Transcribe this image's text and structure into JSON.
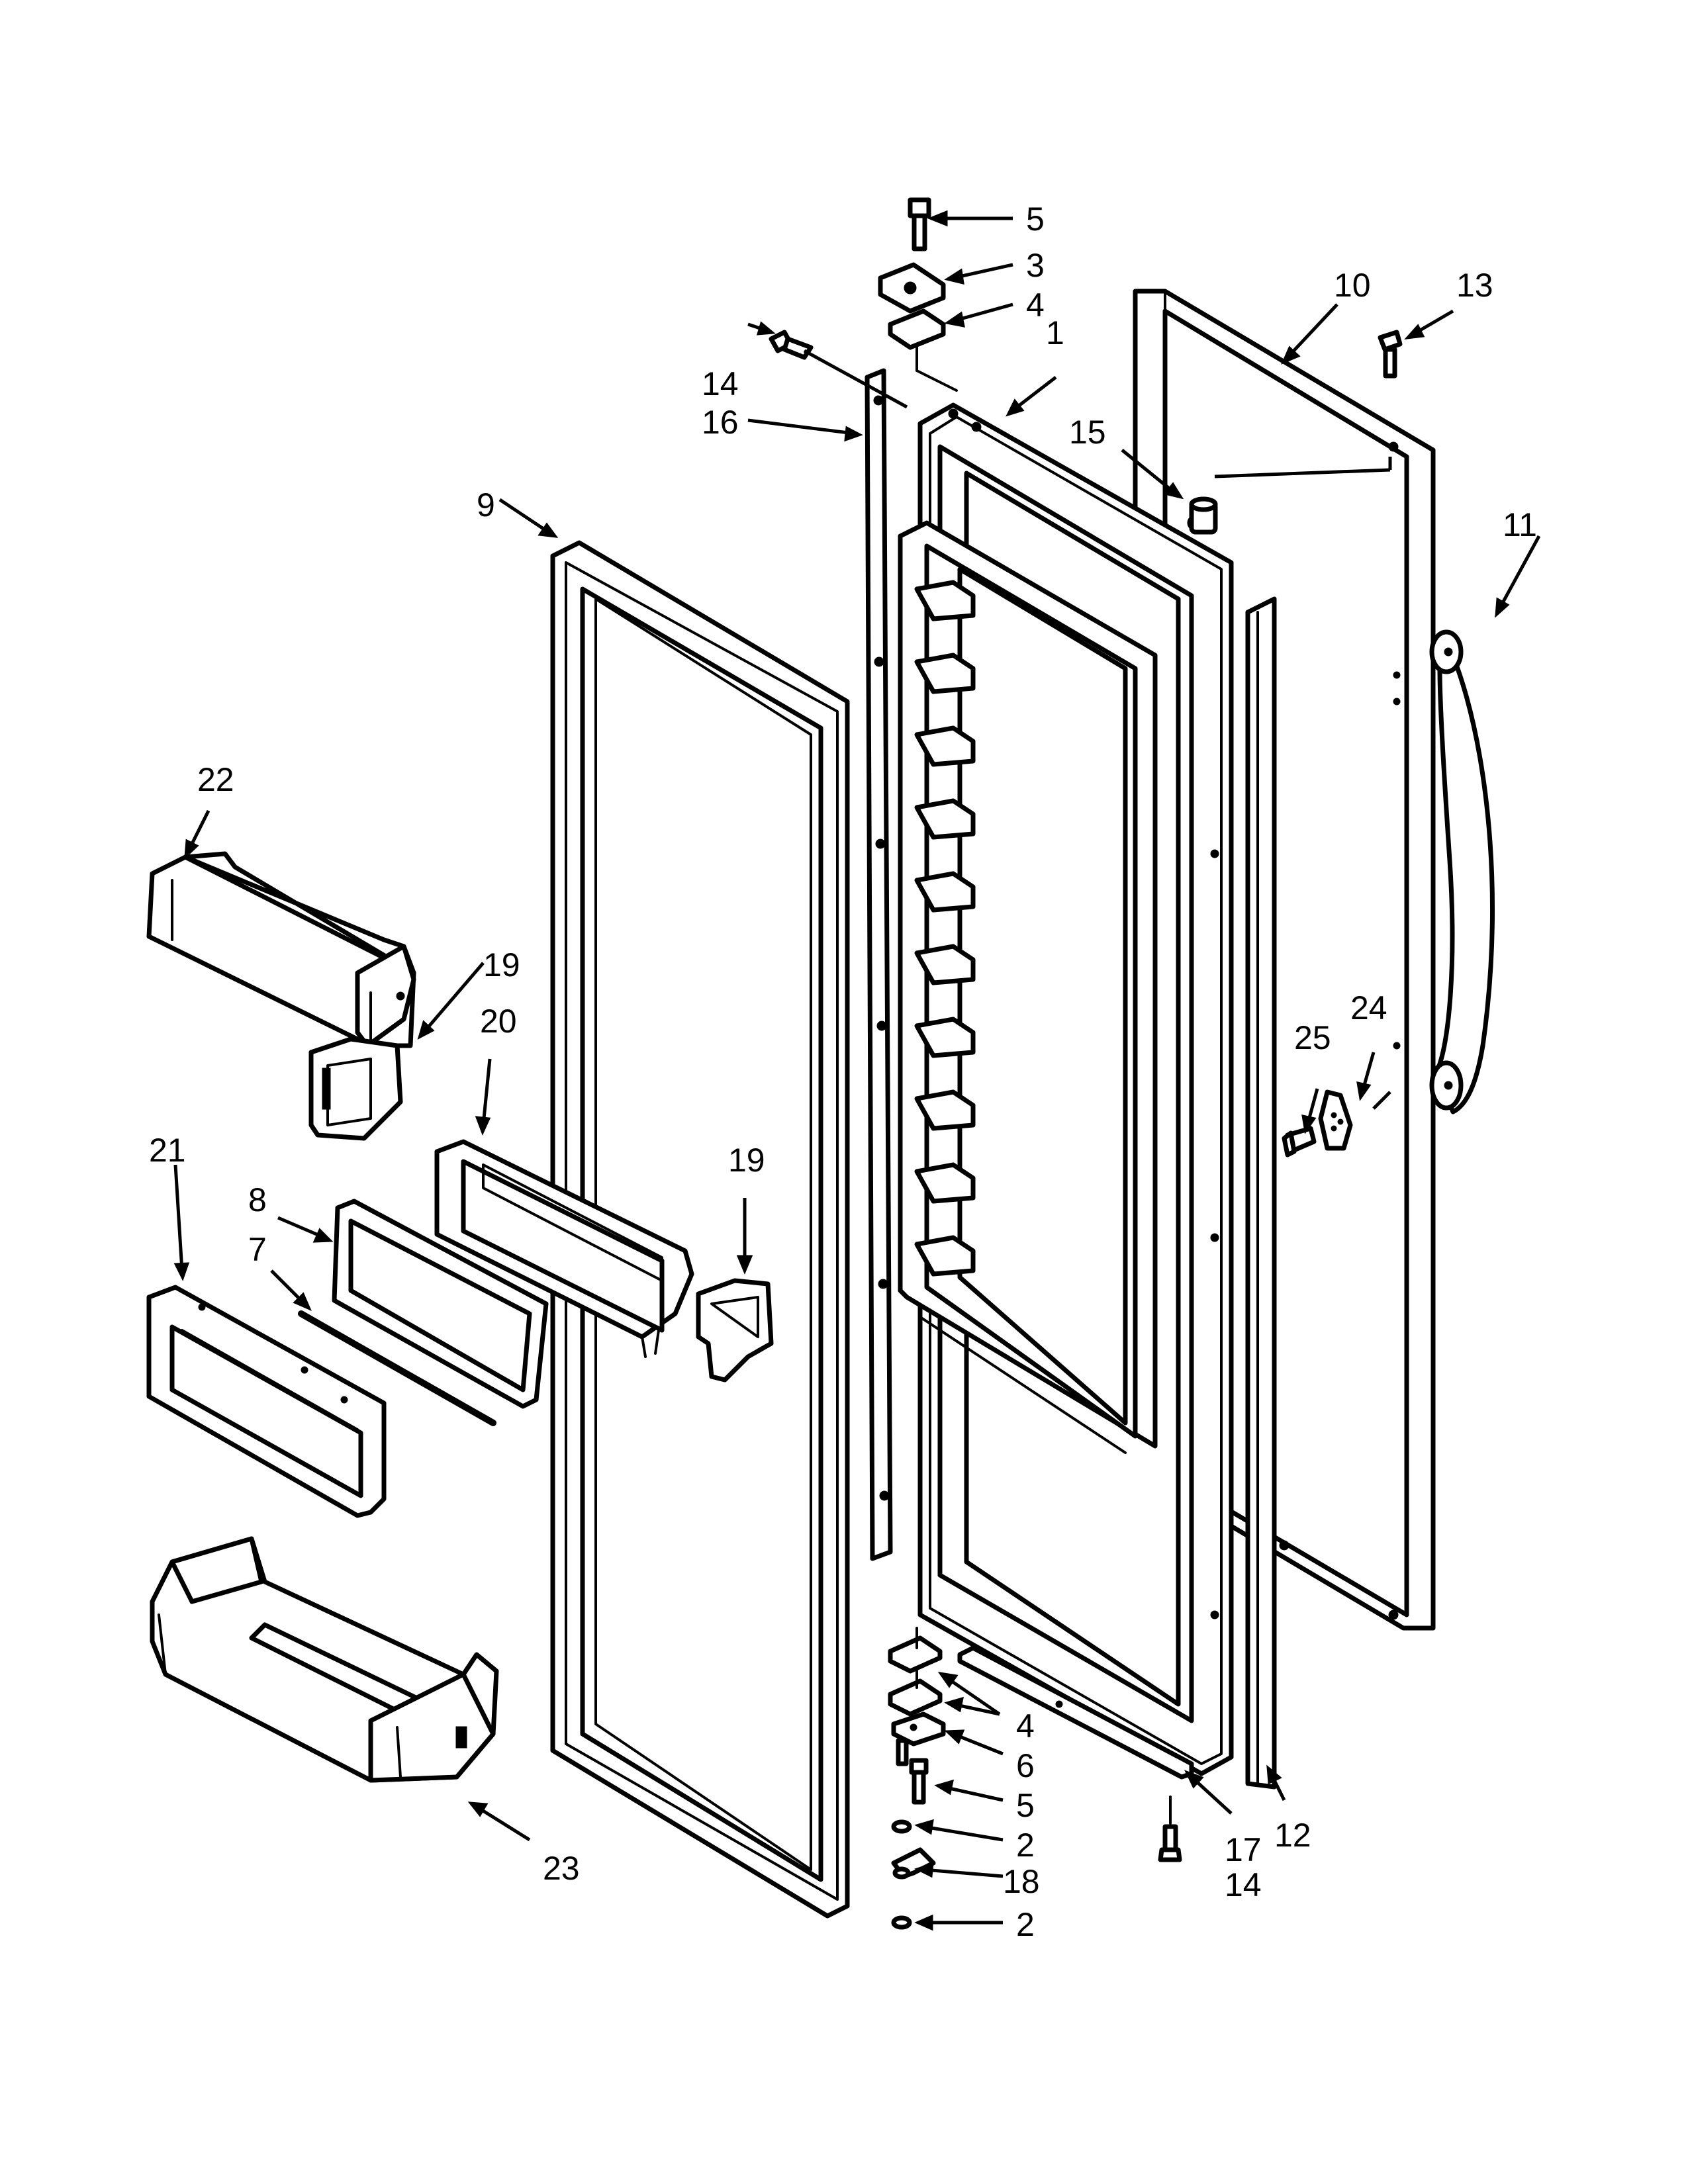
{
  "callouts": {
    "c5_top": "5",
    "c3": "3",
    "c4_top": "4",
    "c10": "10",
    "c13": "13",
    "c14_top": "14",
    "c1": "1",
    "c16": "16",
    "c15": "15",
    "c9": "9",
    "c11": "11",
    "c22": "22",
    "c19_left": "19",
    "c20": "20",
    "c24": "24",
    "c25": "25",
    "c21": "21",
    "c19_right": "19",
    "c8": "8",
    "c7": "7",
    "c4_bot": "4",
    "c6": "6",
    "c5_bot": "5",
    "c2_mid": "2",
    "c18": "18",
    "c2_bot": "2",
    "c17": "17",
    "c14_bot": "14",
    "c12": "12",
    "c23": "23"
  },
  "colors": {
    "line": "#000000",
    "background": "#ffffff"
  }
}
